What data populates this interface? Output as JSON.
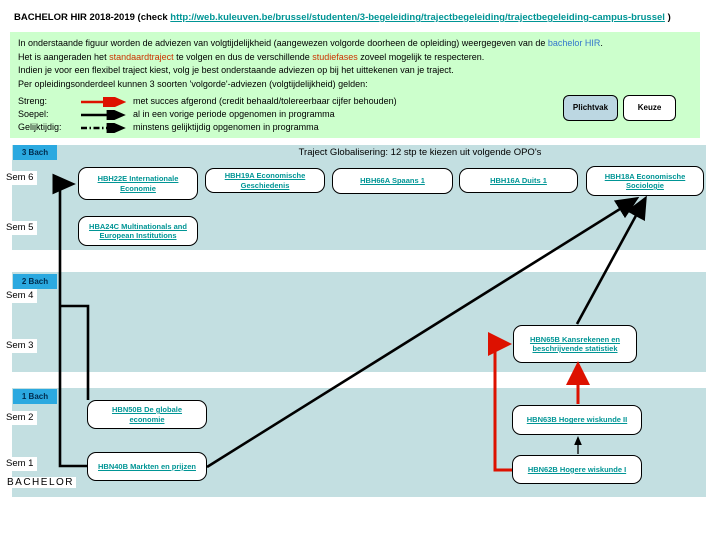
{
  "header": {
    "title": "BACHELOR HIR 2018-2019 (check ",
    "url": "http://web.kuleuven.be/brussel/studenten/3-begeleiding/trajectbegeleiding/trajectbegeleiding-campus-brussel",
    "suffix": " )"
  },
  "intro": {
    "line1_pre": "In onderstaande figuur worden de adviezen van volgtijdelijkheid (aangewezen volgorde doorheen de opleiding) weergegeven van de ",
    "line1_link": "bachelor HIR",
    "line1_post": ".",
    "line2_pre": "Het is aangeraden het ",
    "line2_em1": "standaardtraject",
    "line2_mid": " te volgen en dus de verschillende ",
    "line2_em2": "studiefases",
    "line2_post": " zoveel mogelijk te respecteren.",
    "line3": "Indien je voor een flexibel traject kiest, volg je best onderstaande adviezen op bij het uittekenen van je traject.",
    "line4": "Per opleidingsonderdeel kunnen 3 soorten 'volgorde'-adviezen (volgtijdelijkheid) gelden:"
  },
  "legend": {
    "rows": [
      {
        "label": "Streng:",
        "text": "met succes afgerond (credit behaald/tolereerbaar cijfer behouden)"
      },
      {
        "label": "Soepel:",
        "text": "al in een vorige periode opgenomen in programma"
      },
      {
        "label": "Gelijktijdig:",
        "text": "minstens gelijktijdig opgenomen in programma"
      }
    ],
    "plichtvak": "Plichtvak",
    "keuze": "Keuze"
  },
  "diagram": {
    "traject_title": "Traject Globalisering: 12 stp te kiezen uit volgende OPO's",
    "bach_labels": [
      "3 Bach",
      "2 Bach",
      "1 Bach"
    ],
    "sem_labels": [
      "Sem 6",
      "Sem 5",
      "Sem 4",
      "Sem 3",
      "Sem 2",
      "Sem 1"
    ],
    "bachelor_label": "BACHELOR",
    "courses": [
      {
        "id": "HBH22E",
        "label": "HBH22E Internationale Economie",
        "sem": "Sem 6"
      },
      {
        "id": "HBH19A",
        "label": "HBH19A Economische Geschiedenis",
        "sem": "Sem 6"
      },
      {
        "id": "HBH66A",
        "label": "HBH66A Spaans 1",
        "sem": "Sem 6"
      },
      {
        "id": "HBH16A",
        "label": "HBH16A Duits 1",
        "sem": "Sem 6"
      },
      {
        "id": "HBH18A",
        "label": "HBH18A Economische Sociologie",
        "sem": "Sem 6"
      },
      {
        "id": "HBA24C",
        "label": "HBA24C Multinationals and European Institutions",
        "sem": "Sem 5"
      },
      {
        "id": "HBN65B",
        "label": "HBN65B Kansrekenen en beschrijvende statistiek",
        "sem": "Sem 3"
      },
      {
        "id": "HBN50B",
        "label": "HBN50B De globale economie",
        "sem": "Sem 2"
      },
      {
        "id": "HBN63B",
        "label": "HBN63B Hogere wiskunde II",
        "sem": "Sem 2"
      },
      {
        "id": "HBN40B",
        "label": "HBN40B Markten en prijzen",
        "sem": "Sem 1"
      },
      {
        "id": "HBN62B",
        "label": "HBN62B Hogere wiskunde I",
        "sem": "Sem 1"
      }
    ],
    "connections": [
      {
        "from": "HBN40B",
        "to": "HBH22E",
        "type": "soepel"
      },
      {
        "from": "HBN50B",
        "to": "HBH22E",
        "type": "soepel"
      },
      {
        "from": "HBN40B",
        "to": "HBH18A",
        "type": "soepel"
      },
      {
        "from": "HBN65B",
        "to": "HBH18A",
        "type": "soepel"
      },
      {
        "from": "HBN62B",
        "to": "HBN63B",
        "type": "soepel"
      },
      {
        "from": "HBN62B",
        "to": "HBN65B",
        "type": "streng"
      },
      {
        "from": "HBN63B",
        "to": "HBN65B",
        "type": "streng"
      }
    ]
  },
  "colors": {
    "band": "#c3dfe1",
    "bach_bg": "#2ba9e0",
    "bach_text": "#002b4d",
    "green_bg": "#ccffcc",
    "link_teal": "#009595",
    "intro_link": "#3377cc",
    "em_red": "#cc3300",
    "arrow_red": "#dd1100",
    "plichtvak_bg": "#bcd7e2",
    "box_border": "#000000"
  }
}
